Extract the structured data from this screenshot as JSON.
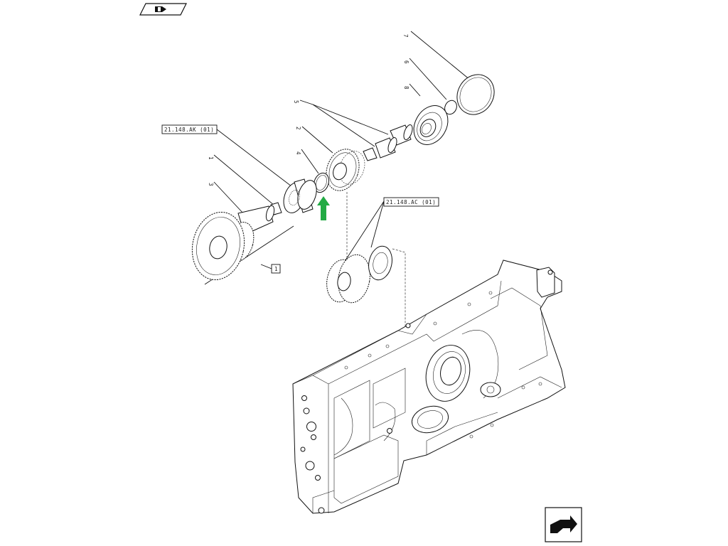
{
  "callouts": {
    "c1": "1",
    "c2": "2",
    "c3": "3",
    "c4": "4",
    "c5": "5",
    "c6": "6",
    "c7": "7",
    "c8": "8",
    "cL": "1"
  },
  "references": {
    "ref_a": "21.148.AK (01)",
    "ref_b": "21.148.AC (01)"
  },
  "colors": {
    "highlight_arrow": "#22aa44",
    "line": "#111111"
  },
  "icons": {
    "top_left": "book-nav-icon",
    "bottom_right": "next-page-arrow-icon"
  }
}
